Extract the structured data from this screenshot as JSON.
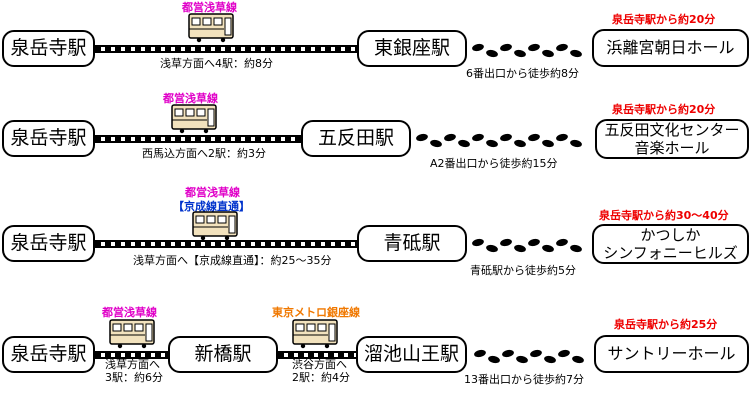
{
  "rows": [
    {
      "origin": "泉岳寺駅",
      "line_name": "都営浅草線",
      "leg_label": "浅草方面へ4駅：約8分",
      "station": "東銀座駅",
      "walk_label": "6番出口から徒歩約8分",
      "note": "泉岳寺駅から約20分",
      "venue": "浜離宮朝日ホール"
    },
    {
      "origin": "泉岳寺駅",
      "line_name": "都営浅草線",
      "leg_label": "西馬込方面へ2駅：約3分",
      "station": "五反田駅",
      "walk_label": "A2番出口から徒歩約15分",
      "note": "泉岳寺駅から約20分",
      "venue_line1": "五反田文化センター",
      "venue_line2": "音楽ホール"
    },
    {
      "origin": "泉岳寺駅",
      "line_name": "都営浅草線",
      "line_extra": "【京成線直通】",
      "leg_label": "浅草方面へ【京成線直通】：約25～35分",
      "station": "青砥駅",
      "walk_label": "青砥駅から徒歩約5分",
      "note": "泉岳寺駅から約30～40分",
      "venue_line1": "かつしか",
      "venue_line2": "シンフォニーヒルズ"
    },
    {
      "origin": "泉岳寺駅",
      "line_name": "都営浅草線",
      "leg_line1": "浅草方面へ",
      "leg_line2": "3駅：約6分",
      "transfer": "新橋駅",
      "line2_name": "東京メトロ銀座線",
      "leg2_line1": "渋谷方面へ",
      "leg2_line2": "2駅：約4分",
      "station": "溜池山王駅",
      "walk_label": "13番出口から徒歩約7分",
      "note": "泉岳寺駅から約25分",
      "venue": "サントリーホール"
    }
  ],
  "colors": {
    "asakusa_line": "#e000c8",
    "ginza_line": "#f07800",
    "keisei_direct": "#0033cc",
    "note": "#ee0000",
    "train_fill": "#f2e2bd"
  },
  "icons": [
    "train-icon",
    "footprints-icon"
  ]
}
